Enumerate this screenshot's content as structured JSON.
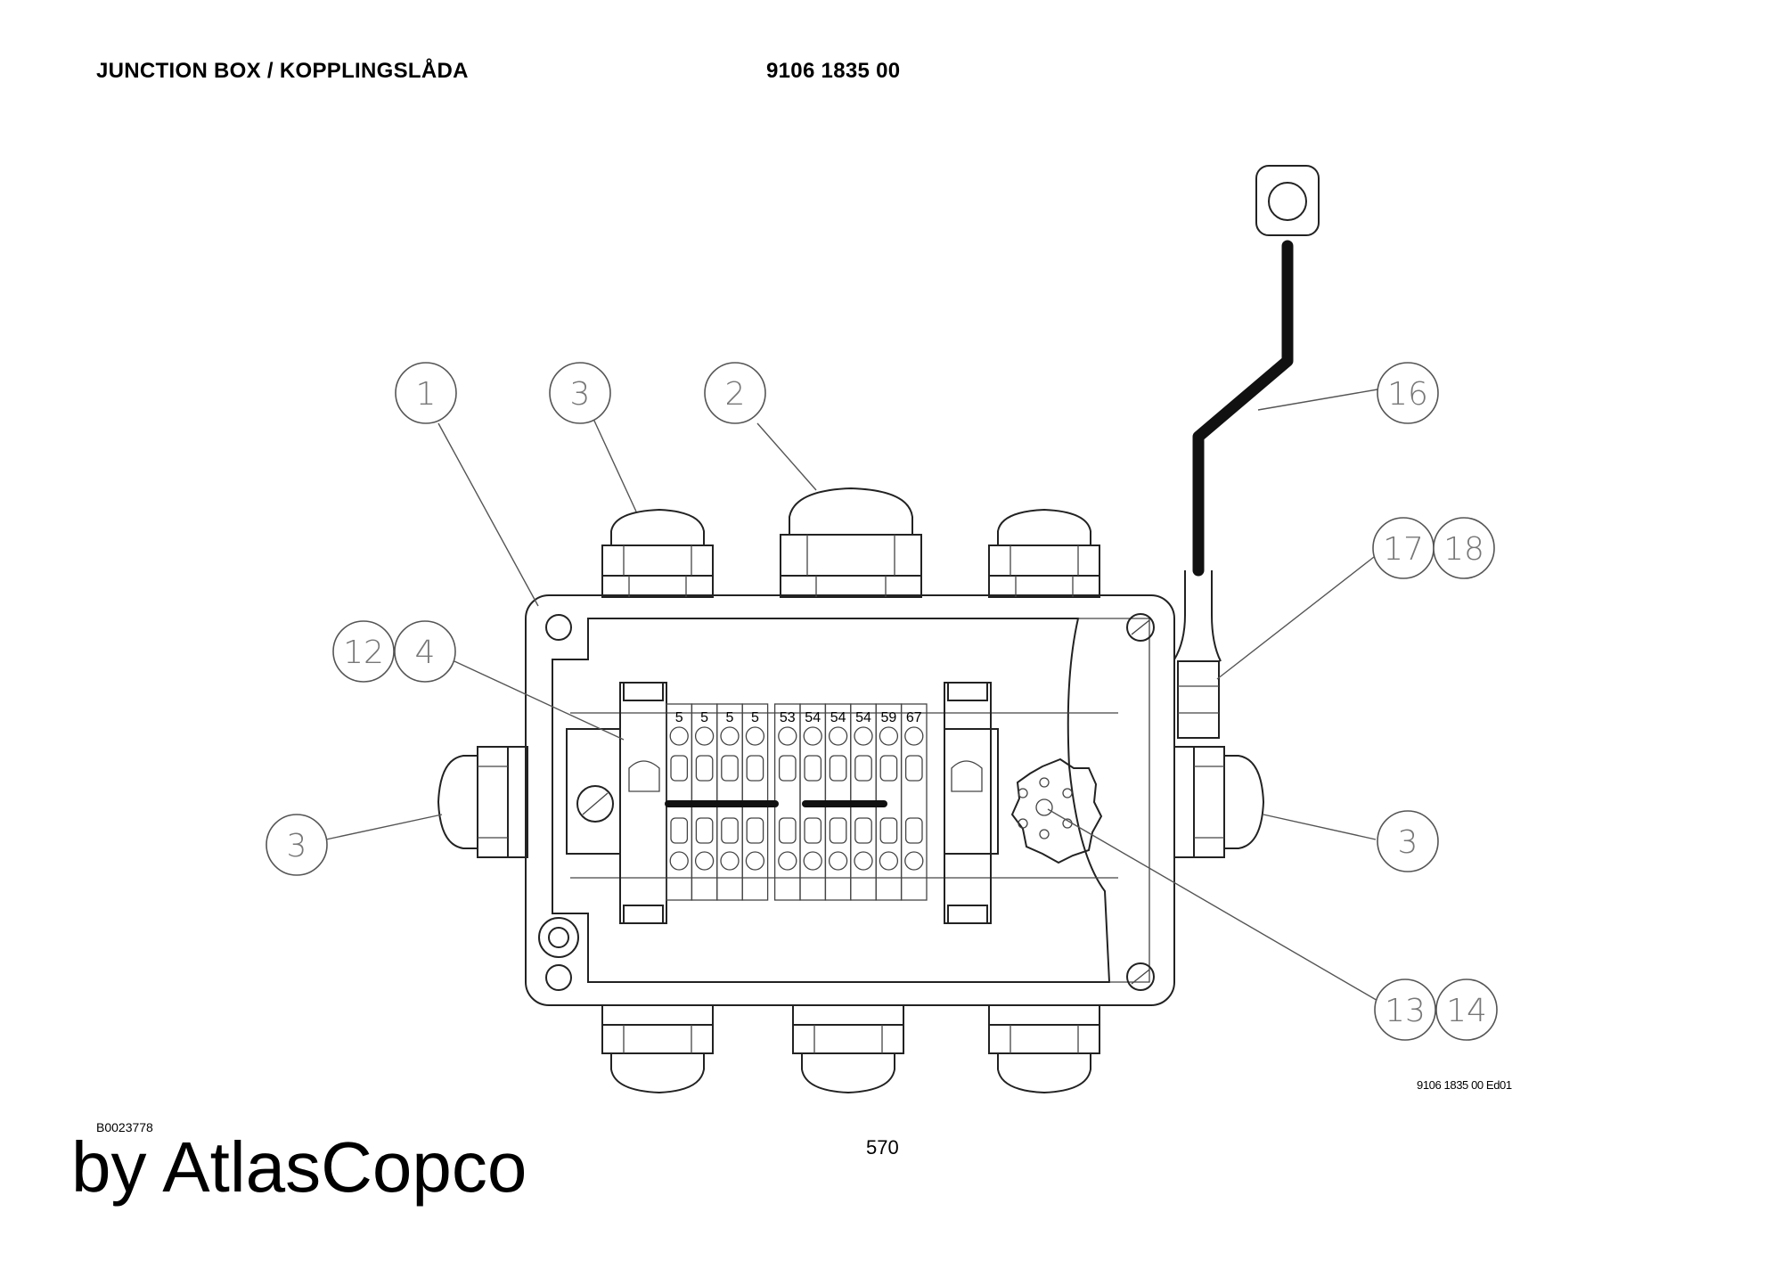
{
  "header": {
    "title": "JUNCTION BOX / KOPPLINGSLÅDA",
    "part_number": "9106 1835 00"
  },
  "footer": {
    "drawing_code": "B0023778",
    "brand": "by AtlasCopco",
    "page_number": "570",
    "edition": "9106 1835 00 Ed01"
  },
  "balloons": [
    "1",
    "3",
    "2",
    "16",
    "17",
    "18",
    "12",
    "4",
    "3",
    "3",
    "13",
    "14"
  ],
  "terminals": [
    "5",
    "5",
    "5",
    "5",
    "53",
    "54",
    "54",
    "54",
    "59",
    "67"
  ]
}
